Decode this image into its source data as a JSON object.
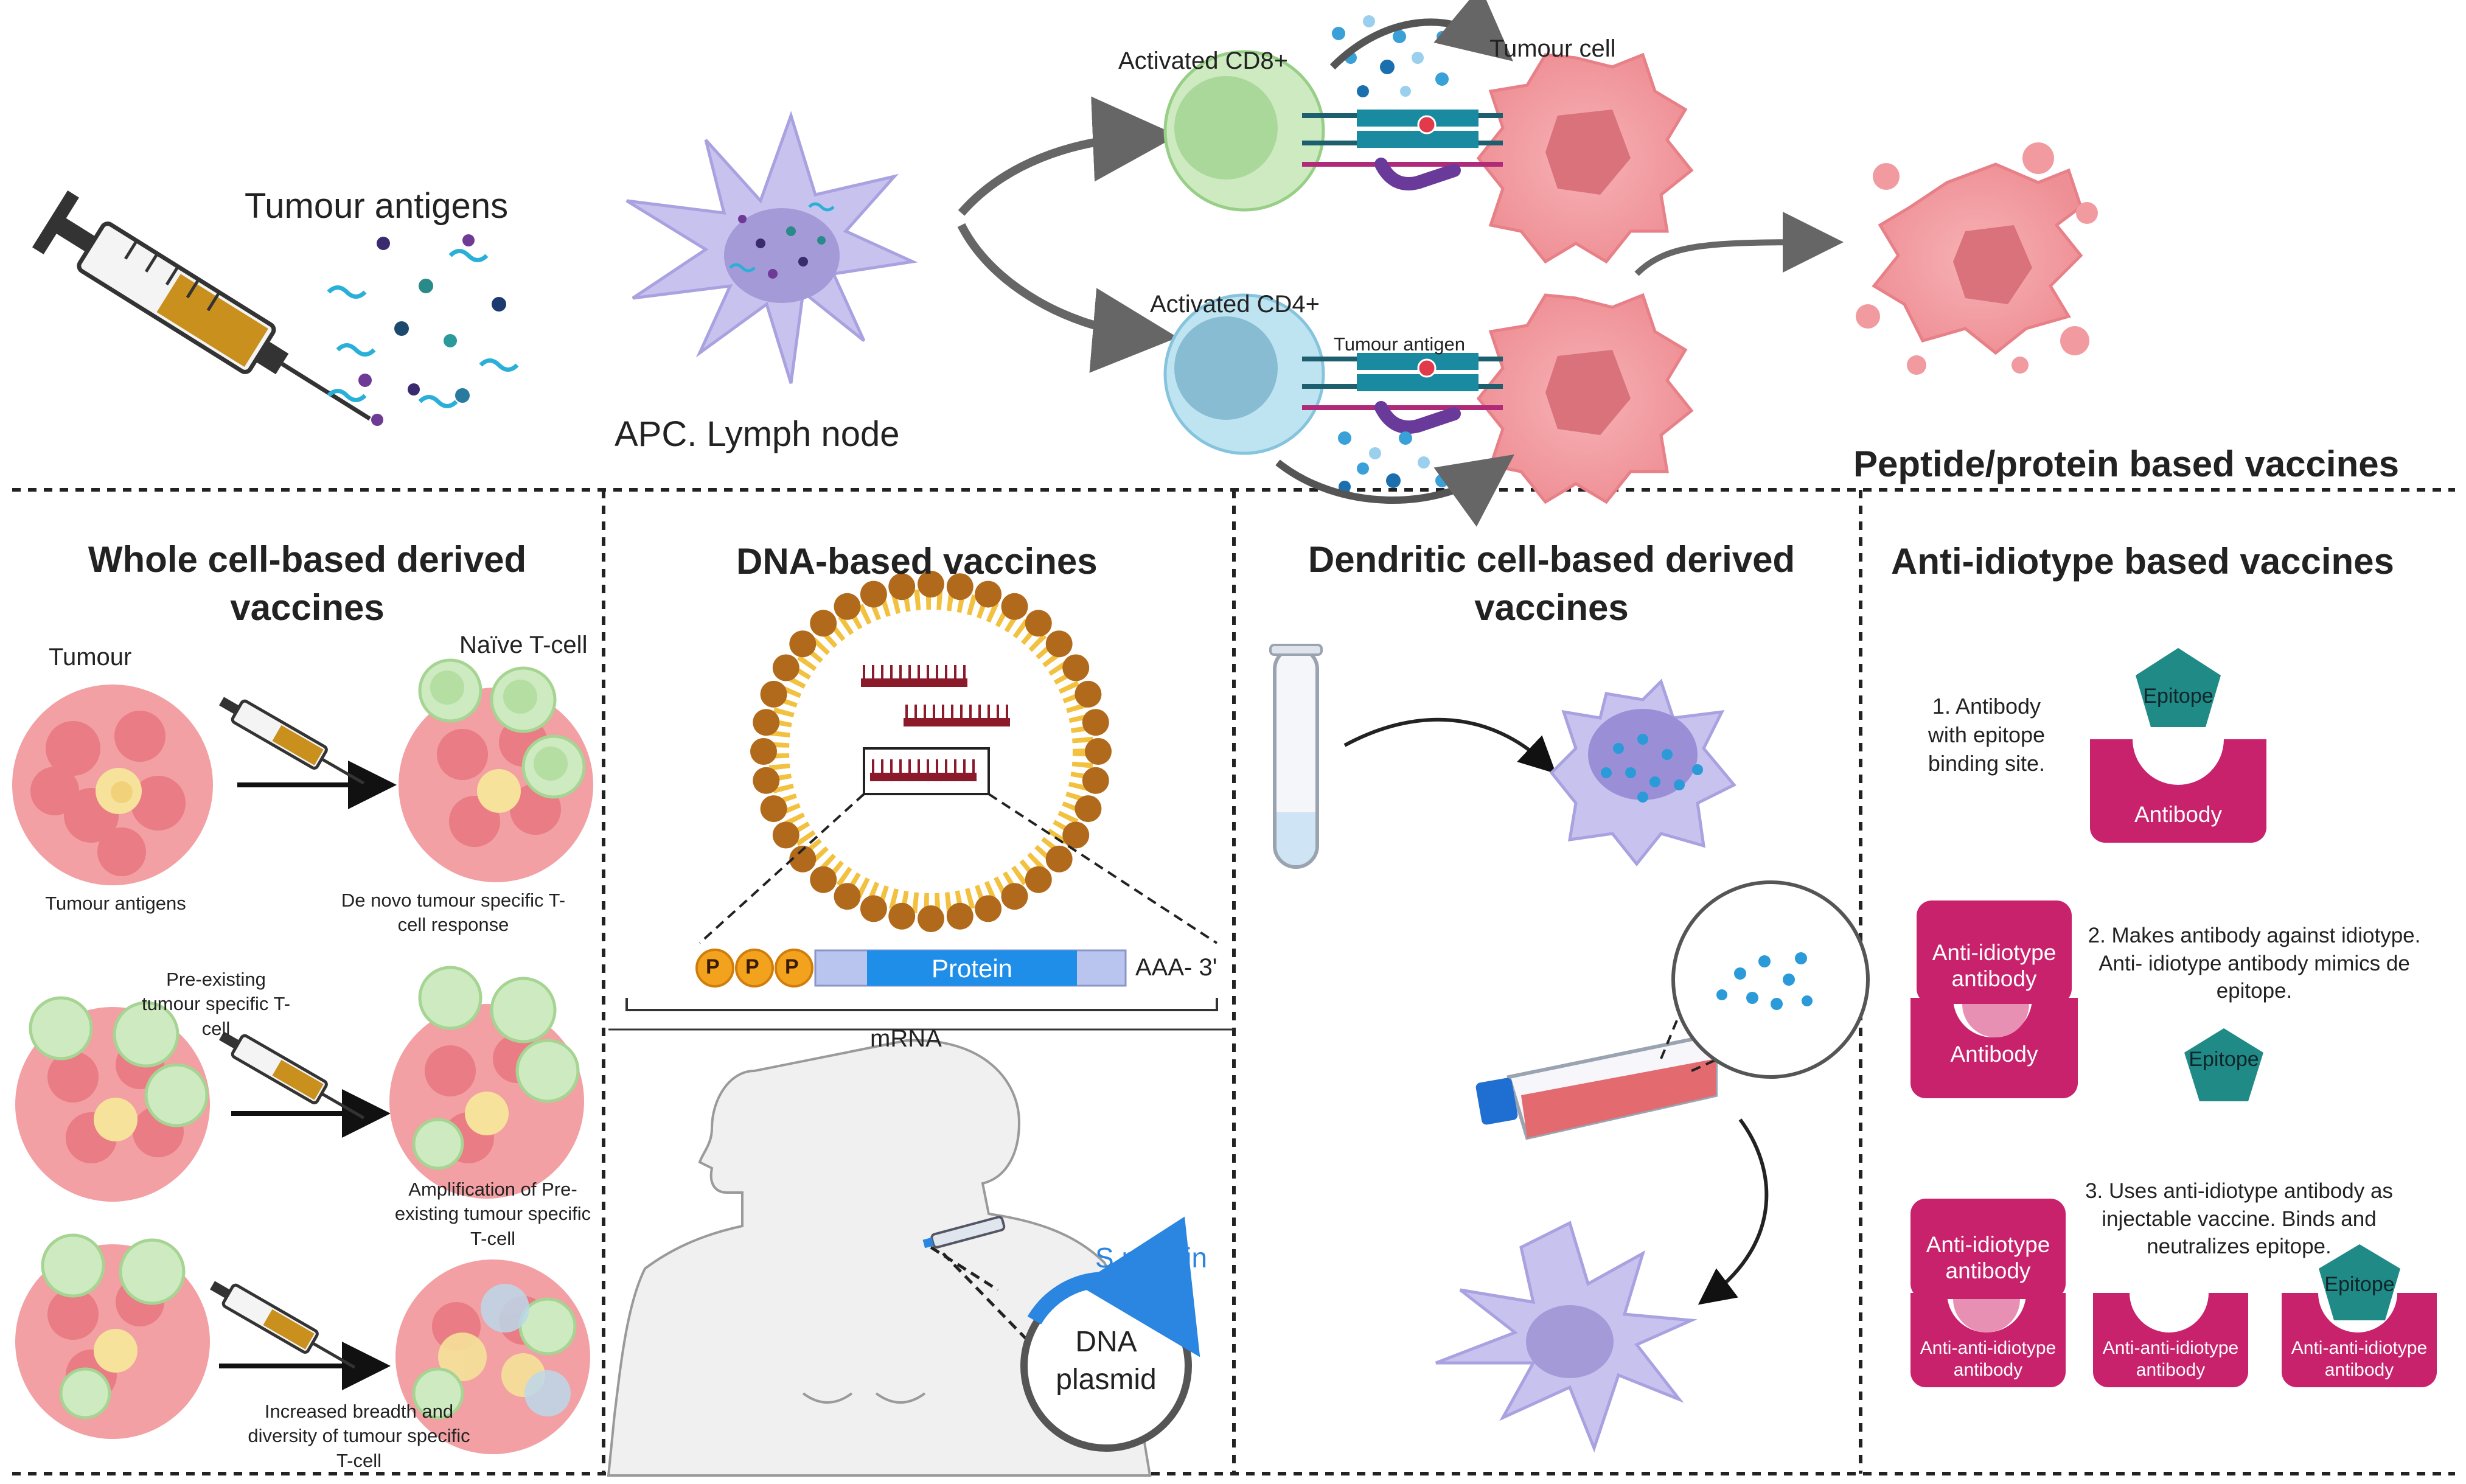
{
  "top": {
    "tumour_antigens": "Tumour antigens",
    "apc_lymph_node": "APC. Lymph node",
    "activated_cd8": "Activated CD8+",
    "tumour_cell": "Tumour cell",
    "activated_cd4": "Activated CD4+",
    "tumour_antigen": "Tumour antigen",
    "peptide_title": "Peptide/protein based vaccines"
  },
  "whole_cell": {
    "title": "Whole cell-based derived vaccines",
    "tumour": "Tumour",
    "naive_tcell": "Naïve T-cell",
    "tumour_antigens": "Tumour antigens",
    "de_novo": "De novo tumour specific T-cell response",
    "pre_existing": "Pre-existing tumour specific T-cell",
    "amplification": "Amplification of Pre-existing tumour specific T-cell",
    "increased": "Increased breadth and diversity of tumour specific T-cell"
  },
  "dna": {
    "title": "DNA-based vaccines",
    "p_letter": "P",
    "protein": "Protein",
    "poly_a": "AAA- 3'",
    "mrna": "mRNA",
    "s_protein": "S protein",
    "dna_plasmid": "DNA plasmid"
  },
  "dendritic": {
    "title": "Dendritic cell-based derived vaccines"
  },
  "anti_idiotype": {
    "title": "Anti-idiotype based vaccines",
    "step1": "1. Antibody with epitope binding site.",
    "step2": "2. Makes antibody against idiotype. Anti- idiotype antibody mimics de epitope.",
    "step3": "3. Uses anti-idiotype antibody as injectable vaccine. Binds and neutralizes epitope.",
    "epitope": "Epitope",
    "antibody": "Antibody",
    "anti_idiotype_antibody": "Anti-idiotype antibody",
    "anti_anti_idiotype_antibody": "Anti-anti-idiotype antibody"
  },
  "colors": {
    "tumour_pink": "#f19a9f",
    "cd8_green": "#cdeac0",
    "cd4_blue": "#bfe4f1",
    "apc_purple": "#c7c3ee",
    "antibody_magenta": "#c8226c",
    "epitope_teal": "#1f8a86",
    "lipid_brown": "#b16a1c",
    "protein_blue": "#1e8ee8",
    "s_protein_blue": "#2a86e0"
  }
}
